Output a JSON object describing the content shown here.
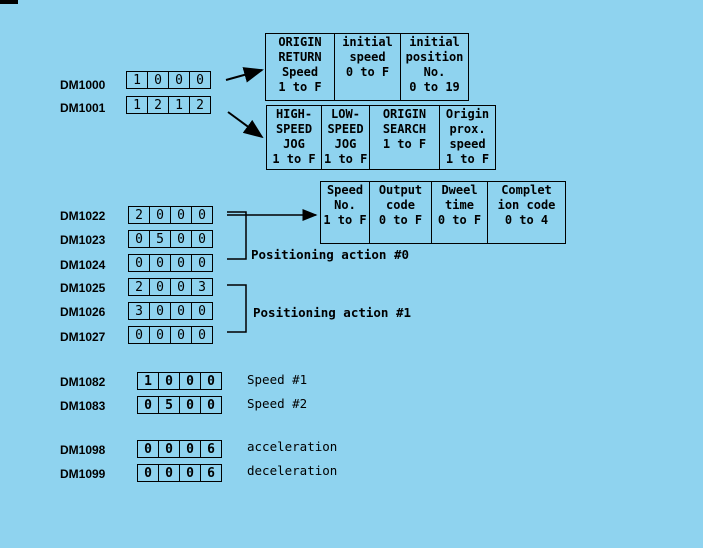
{
  "dm_rows": [
    {
      "label": "DM1000",
      "digits": [
        "1",
        "0",
        "0",
        "0"
      ]
    },
    {
      "label": "DM1001",
      "digits": [
        "1",
        "2",
        "1",
        "2"
      ]
    },
    {
      "label": "DM1022",
      "digits": [
        "2",
        "0",
        "0",
        "0"
      ]
    },
    {
      "label": "DM1023",
      "digits": [
        "0",
        "5",
        "0",
        "0"
      ]
    },
    {
      "label": "DM1024",
      "digits": [
        "0",
        "0",
        "0",
        "0"
      ]
    },
    {
      "label": "DM1025",
      "digits": [
        "2",
        "0",
        "0",
        "3"
      ]
    },
    {
      "label": "DM1026",
      "digits": [
        "3",
        "0",
        "0",
        "0"
      ]
    },
    {
      "label": "DM1027",
      "digits": [
        "0",
        "0",
        "0",
        "0"
      ]
    },
    {
      "label": "DM1082",
      "digits": [
        "1",
        "0",
        "0",
        "0"
      ]
    },
    {
      "label": "DM1083",
      "digits": [
        "0",
        "5",
        "0",
        "0"
      ]
    },
    {
      "label": "DM1098",
      "digits": [
        "0",
        "0",
        "0",
        "6"
      ]
    },
    {
      "label": "DM1099",
      "digits": [
        "0",
        "0",
        "0",
        "6"
      ]
    }
  ],
  "box_dm1000": [
    "ORIGIN\nRETURN\nSpeed\n1 to F",
    "initial\nspeed\n0 to F",
    "initial\nposition\nNo.\n0 to 19"
  ],
  "box_dm1001": [
    "HIGH-\nSPEED\nJOG\n1 to F",
    "LOW-\nSPEED\nJOG\n1 to F",
    "ORIGIN\nSEARCH\n1 to F",
    "Origin\nprox.\nspeed\n1 to F"
  ],
  "box_positioning": [
    "Speed\nNo.\n1 to F",
    "Output\ncode\n0 to F",
    "Dweel\ntime\n0 to F",
    "Complet\nion code\n0 to 4"
  ],
  "annotations": {
    "pos0": "Positioning action #0",
    "pos1": "Positioning action #1",
    "speed1": "Speed #1",
    "speed2": "Speed #2",
    "accel": "acceleration",
    "decel": "deceleration"
  }
}
